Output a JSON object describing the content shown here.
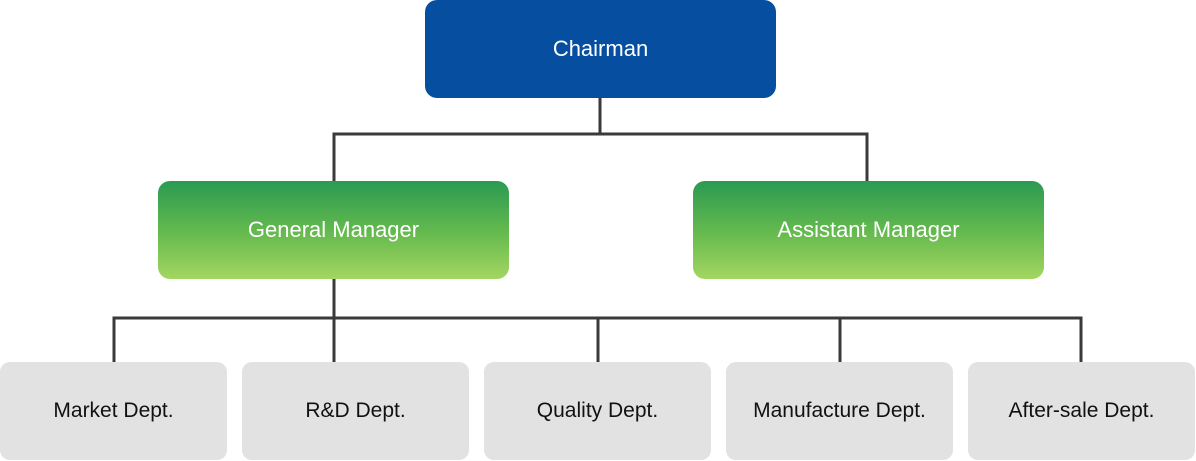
{
  "org_chart": {
    "top": {
      "label": "Chairman"
    },
    "managers": [
      {
        "label": "General Manager"
      },
      {
        "label": "Assistant Manager"
      }
    ],
    "departments": [
      {
        "label": "Market Dept."
      },
      {
        "label": "R&D Dept."
      },
      {
        "label": "Quality Dept."
      },
      {
        "label": "Manufacture Dept."
      },
      {
        "label": "After-sale Dept."
      }
    ]
  },
  "colors": {
    "top_box": "#054ea0",
    "manager_gradient_top": "#2a9a52",
    "manager_gradient_bottom": "#a3d660",
    "department_box": "#e2e2e2",
    "connector": "#3a3a3a"
  }
}
